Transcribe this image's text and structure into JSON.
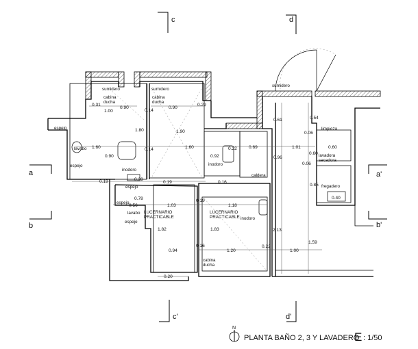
{
  "sections": {
    "c_top": "c",
    "d_top": "d",
    "c_bot": "c'",
    "d_bot": "d'",
    "a_left": "a",
    "a_right": "a'",
    "b_left": "b",
    "b_right": "b'"
  },
  "title": {
    "north": "N",
    "main": "PLANTA BAÑO 2, 3 Y LAVADERO",
    "letter": "E",
    "scale": ": 1/50"
  },
  "labels": {
    "sumidero_1": "sumidero",
    "sumidero_2": "sumidero",
    "sumidero_3": "sumidero",
    "cabina_1a": "cabina",
    "cabina_1b": "ducha",
    "cabina_2a": "cabina",
    "cabina_2b": "ducha",
    "cabina_3a": "cabina",
    "cabina_3b": "ducha",
    "espejo_1": "espejo",
    "espejo_2": "espejo",
    "espejo_3": "espejo",
    "espejo_4": "espejo",
    "espejo_5": "espejo",
    "lavabo_1": "lavabo",
    "lavabo_2": "lavabo",
    "inodoro_1": "inodoro",
    "inodoro_2": "inodoro",
    "inodoro_3": "inodoro",
    "caldera": "caldera",
    "limpieza": "limpieza",
    "lavadora_a": "lavadora",
    "lavadora_b": "secadora",
    "fregadero": "fregadero",
    "lucernario_1a": "LUCERNARIO",
    "lucernario_1b": "PRACTICABLE",
    "lucernario_2a": "LUCERNARIO",
    "lucernario_2b": "PRACTICABLE"
  },
  "dims": {
    "d031": "0.31",
    "d100a": "1.00",
    "d090a": "0.90",
    "d014a": "0.14",
    "d090b": "0.90",
    "d029": "0.29",
    "d180a": "1.80",
    "d190": "1.90",
    "d160a": "1.60",
    "d090c": "0.90",
    "d014b": "0.14",
    "d160b": "1.60",
    "d092": "0.92",
    "d022a": "0.22",
    "d069": "0.69",
    "d101": "1.01",
    "d096": "0.96",
    "d061": "0.61",
    "d054": "0.54",
    "d006a": "0.06",
    "d060a": "0.60",
    "d060b": "0.60",
    "d006b": "0.06",
    "d085": "0.85",
    "d040": "0.40",
    "d019a": "0.19",
    "d028": "0.28",
    "d019b": "0.19",
    "d016a": "0.16",
    "d078": "0.78",
    "d056": "0.56",
    "d103": "1.03",
    "d019c": "0.19",
    "d118": "1.18",
    "d182": "1.82",
    "d183": "1.83",
    "d213": "2.13",
    "d016b": "0.16",
    "d094": "0.94",
    "d120": "1.20",
    "d022b": "0.22",
    "d100b": "1.00",
    "d159": "1.59",
    "d020": "0.20"
  }
}
